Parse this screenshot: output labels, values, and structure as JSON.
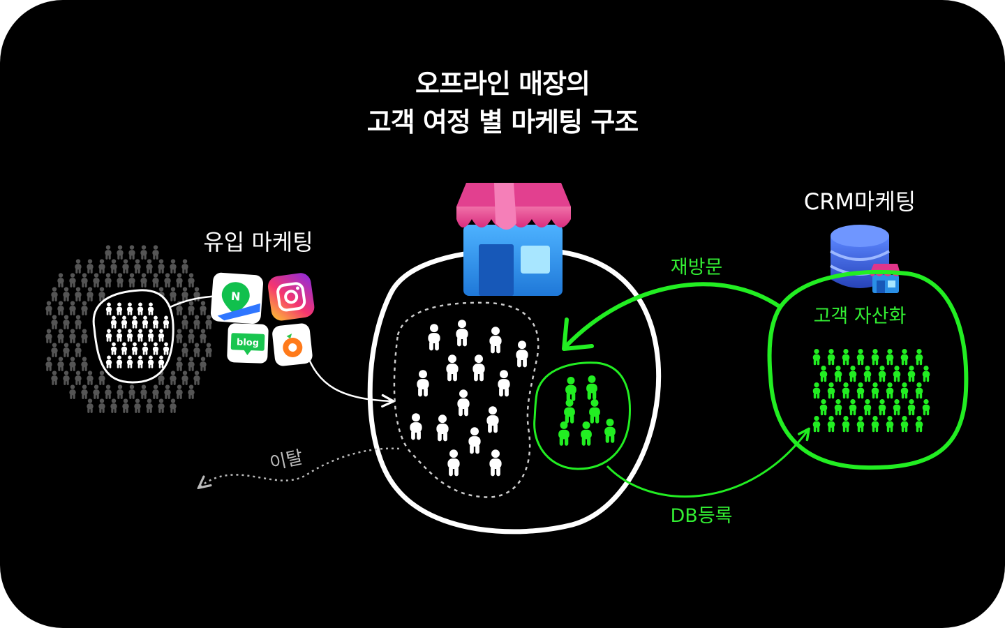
{
  "title": {
    "line1": "오프라인 매장의",
    "line2": "고객 여정 별 마케팅 구조"
  },
  "labels": {
    "inflow_marketing": "유입 마케팅",
    "crm_marketing": "CRM마케팅",
    "revisit": "재방문",
    "customer_asset": "고객 자산화",
    "db_register": "DB등록",
    "churn": "이탈"
  },
  "app_icons": {
    "naver_map_letter": "N",
    "blog_text": "blog"
  },
  "icons": [
    "naver-map-icon",
    "instagram-icon",
    "naver-blog-icon",
    "karrot-icon",
    "store-icon",
    "database-icon",
    "small-store-icon",
    "person-icon"
  ],
  "colors": {
    "background": "#000000",
    "white": "#ffffff",
    "green": "#22ee22",
    "crowd_grey": "#555555",
    "churn_grey": "#bbbbbb",
    "store_awning_pink": "#e0358a",
    "store_awning_light": "#f277b2",
    "store_body_blue": "#2a8fe6",
    "db_blue": "#3b62d6"
  }
}
